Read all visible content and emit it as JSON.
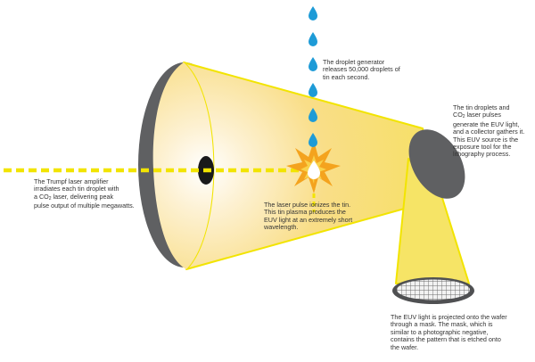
{
  "colors": {
    "beam_yellow": "#f5e05a",
    "beam_edge": "#f2e400",
    "laser_dash": "#f2e400",
    "dish_gray": "#5f6062",
    "droplet_blue": "#1e9bd7",
    "plasma_orange": "#f4a31e",
    "text": "#333333"
  },
  "captions": {
    "droplet": {
      "text": "The droplet generator releases 50,000 droplets of tin each second."
    },
    "laser": {
      "line1": "The Trumpf laser amplifier",
      "line2": "irradiates each tin droplet with",
      "line3_before": "a CO",
      "line3_sub": "2",
      "line3_after": " laser, delivering peak",
      "line4": "pulse output of multiple megawatts."
    },
    "plasma": {
      "text": "The laser pulse ionizes the tin. This tin plasma produces the EUV light at an extremely short wavelength."
    },
    "collector": {
      "line1": "The tin droplets and",
      "line2_before": "CO",
      "line2_sub": "2",
      "line2_after": " laser pulses",
      "line3": "generate the EUV light,",
      "line4": "and a collector gathers it.",
      "line5": "This EUV source is the",
      "line6": "exposure tool for the",
      "line7": "lithography process."
    },
    "mask": {
      "text": "The EUV light is projected onto the wafer through a mask. The mask, which is similar to a photographic negative, contains the pattern that is etched onto the wafer."
    }
  },
  "icons": [
    "droplet-icon",
    "plasma-burst-icon",
    "collector-mirror-icon",
    "mask-grid-icon"
  ]
}
